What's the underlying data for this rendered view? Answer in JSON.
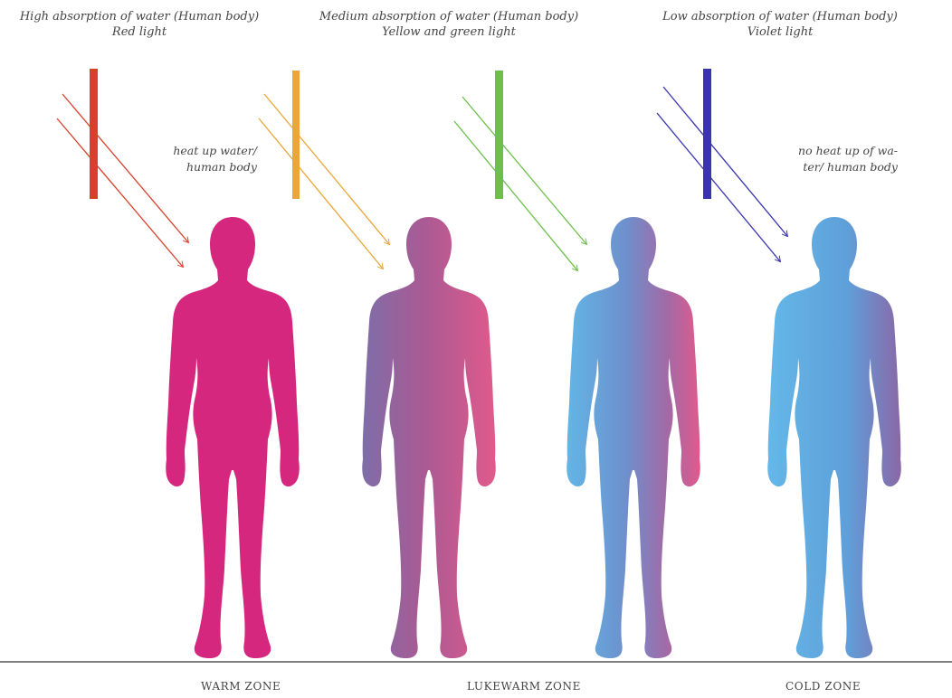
{
  "captions": {
    "red": {
      "line1": "High absorption of water (Human body)",
      "line2": "Red light"
    },
    "yellow_green": {
      "line1": "Medium absorption of water (Human body)",
      "line2": "Yellow and green light"
    },
    "violet": {
      "line1": "Low absorption of water (Human body)",
      "line2": "Violet light"
    }
  },
  "notes": {
    "heat": {
      "line1": "heat up water/",
      "line2": "human body"
    },
    "no_heat": {
      "line1": "no heat up of wa-",
      "line2": "ter/ human body"
    }
  },
  "zones": {
    "warm": "WARM ZONE",
    "lukewarm": "LUKEWARM ZONE",
    "cold": "COLD ZONE"
  },
  "colors": {
    "red_light": "#d8402a",
    "yellow_light": "#eba63a",
    "green_light": "#6cc04a",
    "violet_light": "#3a34b0",
    "warm_pink": "#d6277f",
    "pink": "#e25a8c",
    "mauve": "#8a6aa8",
    "blue": "#5fb4e4",
    "ground_line": "#333333"
  }
}
